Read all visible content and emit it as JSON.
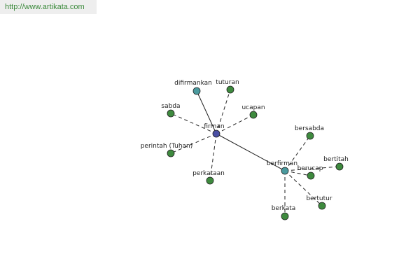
{
  "header": {
    "url": "http://www.artikata.com"
  },
  "colors": {
    "hub": "#4a4fa3",
    "branch": "#4a9a9e",
    "leaf": "#3e8a3e",
    "url_text": "#3b8a3b"
  },
  "graph": {
    "nodes": [
      {
        "id": "firman",
        "label": "firman",
        "kind": "hub"
      },
      {
        "id": "difirmankan",
        "label": "difirmankan",
        "kind": "branch"
      },
      {
        "id": "berfirman",
        "label": "berfirman",
        "kind": "branch"
      },
      {
        "id": "tuturan",
        "label": "tuturan",
        "kind": "leaf"
      },
      {
        "id": "ucapan",
        "label": "ucapan",
        "kind": "leaf"
      },
      {
        "id": "sabda",
        "label": "sabda",
        "kind": "leaf"
      },
      {
        "id": "perintah",
        "label": "perintah (Tuhan)",
        "kind": "leaf"
      },
      {
        "id": "perkataan",
        "label": "perkataan",
        "kind": "leaf"
      },
      {
        "id": "bersabda",
        "label": "bersabda",
        "kind": "leaf"
      },
      {
        "id": "bertitah",
        "label": "bertitah",
        "kind": "leaf"
      },
      {
        "id": "berucap",
        "label": "berucap",
        "kind": "leaf"
      },
      {
        "id": "bertutur",
        "label": "bertutur",
        "kind": "leaf"
      },
      {
        "id": "berkata",
        "label": "berkata",
        "kind": "leaf"
      }
    ],
    "edges": [
      {
        "from": "firman",
        "to": "difirmankan",
        "style": "solid"
      },
      {
        "from": "firman",
        "to": "berfirman",
        "style": "solid"
      },
      {
        "from": "firman",
        "to": "tuturan",
        "style": "dashed"
      },
      {
        "from": "firman",
        "to": "ucapan",
        "style": "dashed"
      },
      {
        "from": "firman",
        "to": "sabda",
        "style": "dashed"
      },
      {
        "from": "firman",
        "to": "perintah",
        "style": "dashed"
      },
      {
        "from": "firman",
        "to": "perkataan",
        "style": "dashed"
      },
      {
        "from": "berfirman",
        "to": "bersabda",
        "style": "dashed"
      },
      {
        "from": "berfirman",
        "to": "bertitah",
        "style": "dashed"
      },
      {
        "from": "berfirman",
        "to": "berucap",
        "style": "dashed"
      },
      {
        "from": "berfirman",
        "to": "bertutur",
        "style": "dashed"
      },
      {
        "from": "berfirman",
        "to": "berkata",
        "style": "dashed"
      }
    ]
  }
}
